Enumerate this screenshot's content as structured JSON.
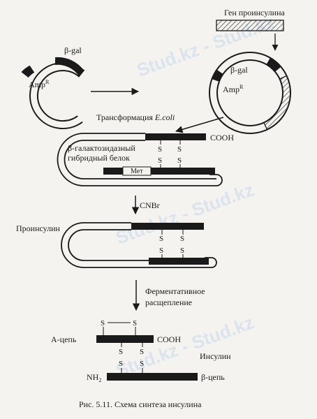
{
  "watermark": "Stud.kz - Stud.kz",
  "labels": {
    "proinsulin_gene": "Ген проинсулина",
    "beta_gal_left": "β-gal",
    "amp_left": "Amp",
    "amp_left_sup": "R",
    "beta_gal_right": "β-gal",
    "amp_right": "Amp",
    "amp_right_sup": "R",
    "transformation": "Трансформация",
    "ecoli": "E.coli",
    "cooh_top": "COOH",
    "hybrid_line1": "β-галактозидазный",
    "hybrid_line2": "гибридный белок",
    "met": "Мет",
    "cnbr": "CNBr",
    "proinsulin": "Проинсулин",
    "enzymatic_line1": "Ферментативное",
    "enzymatic_line2": "расщепление",
    "a_chain": "А-цепь",
    "cooh_bottom": "COOH",
    "insulin": "Инсулин",
    "nh2": "NH",
    "nh2_sub": "2",
    "b_chain": "β-цепь",
    "s": "S"
  },
  "caption": "Рис. 5.11. Схема синтеза инсулина",
  "colors": {
    "ink": "#1a1a1a",
    "paper": "#f4f3ef",
    "hatch": "#555555"
  }
}
